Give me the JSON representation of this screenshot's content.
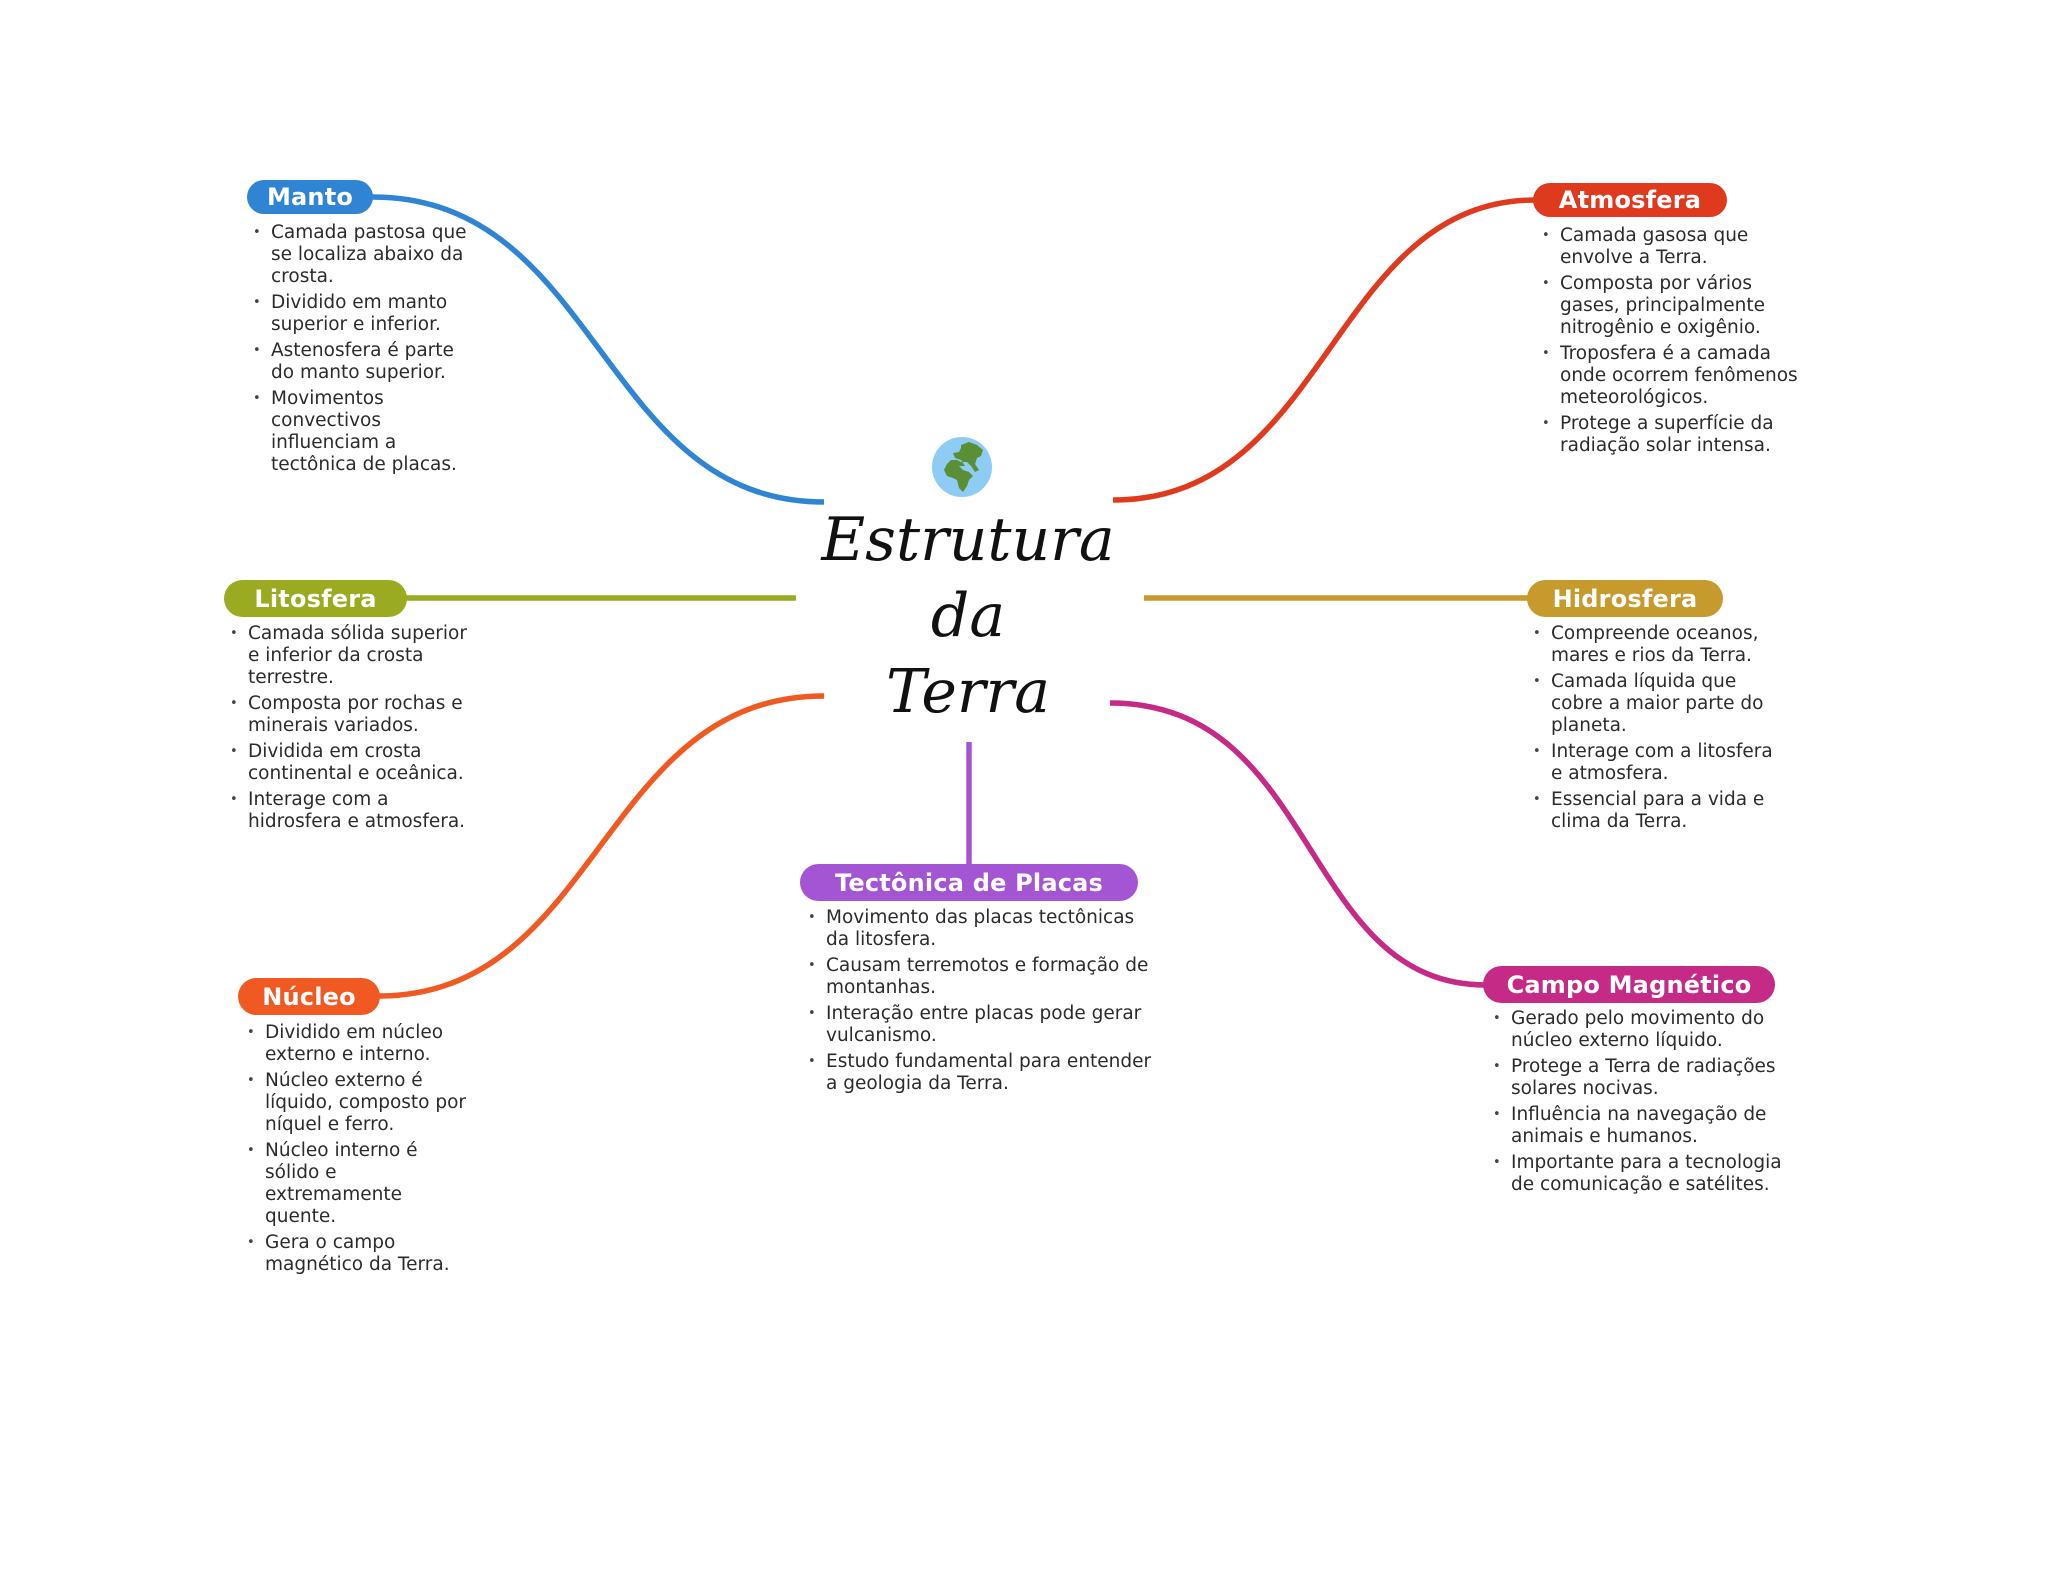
{
  "central": {
    "title_lines": [
      "Estrutura",
      "da",
      "Terra"
    ],
    "icon": "globe-europe-africa-icon"
  },
  "colors": {
    "manto": "#2F84D3",
    "atmosfera": "#E03A1E",
    "litosfera": "#9AAB22",
    "hidrosfera": "#C69A2C",
    "nucleo": "#F05A22",
    "tectonica": "#A355D3",
    "campo": "#C42A86",
    "globe_water": "#8ECBF5",
    "globe_land": "#5A8F35",
    "text": "#2b2b2b"
  },
  "nodes": {
    "manto": {
      "label": "Manto",
      "items": [
        "Camada pastosa que se localiza abaixo da crosta.",
        "Dividido em manto superior e inferior.",
        "Astenosfera é parte do manto superior.",
        "Movimentos convectivos influenciam a tectônica de placas."
      ]
    },
    "atmosfera": {
      "label": "Atmosfera",
      "items": [
        "Camada gasosa que envolve a Terra.",
        "Composta por vários gases, principalmente nitrogênio e oxigênio.",
        "Troposfera é a camada onde ocorrem fenômenos meteorológicos.",
        "Protege a superfície da radiação solar intensa."
      ]
    },
    "litosfera": {
      "label": "Litosfera",
      "items": [
        "Camada sólida superior e inferior da crosta terrestre.",
        "Composta por rochas e minerais variados.",
        "Dividida em crosta continental e oceânica.",
        "Interage com a hidrosfera e atmosfera."
      ]
    },
    "hidrosfera": {
      "label": "Hidrosfera",
      "items": [
        "Compreende oceanos, mares e rios da Terra.",
        "Camada líquida que cobre a maior parte do planeta.",
        "Interage com a litosfera e atmosfera.",
        "Essencial para a vida e clima da Terra."
      ]
    },
    "nucleo": {
      "label": "Núcleo",
      "items": [
        "Dividido em núcleo externo e interno.",
        "Núcleo externo é líquido, composto por níquel e ferro.",
        "Núcleo interno é sólido e extremamente quente.",
        "Gera o campo magnético da Terra."
      ]
    },
    "tectonica": {
      "label": "Tectônica de Placas",
      "items": [
        "Movimento das placas tectônicas da litosfera.",
        "Causam terremotos e formação de montanhas.",
        "Interação entre placas pode gerar vulcanismo.",
        "Estudo fundamental para entender a geologia da Terra."
      ]
    },
    "campo": {
      "label": "Campo Magnético",
      "items": [
        "Gerado pelo movimento do núcleo externo líquido.",
        "Protege a Terra de radiações solares nocivas.",
        "Influência na navegação de animais e humanos.",
        "Importante para a tecnologia de comunicação e satélites."
      ]
    }
  }
}
